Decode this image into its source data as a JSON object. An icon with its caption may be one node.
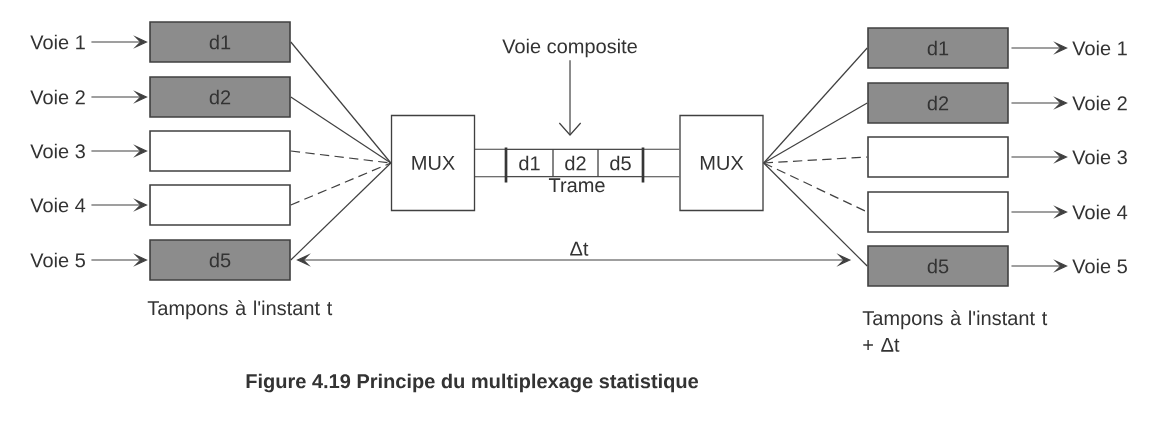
{
  "diagram": {
    "caption": "Figure 4.19 Principe du multiplexage statistique",
    "nodes": [
      {
        "text": [
          "Voie 1"
        ]
      },
      {
        "text": [
          "Voie 2"
        ]
      },
      {
        "text": [
          "Voie 3"
        ]
      },
      {
        "text": [
          "Voie 4"
        ]
      },
      {
        "text": [
          "Voie 5"
        ]
      },
      {
        "text": [
          "d1"
        ]
      },
      {
        "text": [
          "d2"
        ]
      },
      {
        "text": [],
        "shape": "box"
      },
      {
        "text": [],
        "shape": "box"
      },
      {
        "text": [
          "d5"
        ]
      },
      {
        "text": [
          "MUX"
        ]
      },
      {
        "text": [
          "Trame"
        ]
      },
      {
        "text": [
          "d1"
        ],
        "in": 11
      },
      {
        "text": [
          "d2"
        ],
        "in": 11
      },
      {
        "text": [
          "d5"
        ],
        "in": 11
      },
      {
        "text": [
          "Voie composite"
        ]
      },
      {
        "text": [
          "MUX"
        ]
      },
      {
        "text": [
          "d1"
        ]
      },
      {
        "text": [
          "d2"
        ]
      },
      {
        "text": [],
        "shape": "box"
      },
      {
        "text": [],
        "shape": "box"
      },
      {
        "text": [
          "d5"
        ]
      },
      {
        "text": [
          "Voie 1"
        ]
      },
      {
        "text": [
          "Voie 2"
        ]
      },
      {
        "text": [
          "Voie 3"
        ]
      },
      {
        "text": [
          "Voie 4"
        ]
      },
      {
        "text": [
          "Voie 5"
        ]
      }
    ],
    "edges": [
      {
        "from": 0,
        "to": 5,
        "arrow": "to"
      },
      {
        "from": 1,
        "to": 6,
        "arrow": "to"
      },
      {
        "from": 2,
        "to": 7,
        "arrow": "to"
      },
      {
        "from": 3,
        "to": 8,
        "arrow": "to"
      },
      {
        "from": 4,
        "to": 9,
        "arrow": "to"
      },
      {
        "from": 5,
        "to": 10,
        "arrow": "none"
      },
      {
        "from": 6,
        "to": 10,
        "arrow": "none"
      },
      {
        "from": 7,
        "to": 10,
        "arrow": "none",
        "style": "dashed"
      },
      {
        "from": 8,
        "to": 10,
        "arrow": "none",
        "style": "dashed"
      },
      {
        "from": 9,
        "to": 10,
        "arrow": "none"
      },
      {
        "from": 15,
        "to": 11,
        "arrow": "to"
      },
      {
        "from": 16,
        "to": 17,
        "arrow": "none"
      },
      {
        "from": 16,
        "to": 18,
        "arrow": "none"
      },
      {
        "from": 16,
        "to": 19,
        "arrow": "none",
        "style": "dashed"
      },
      {
        "from": 16,
        "to": 20,
        "arrow": "none",
        "style": "dashed"
      },
      {
        "from": 16,
        "to": 21,
        "arrow": "none"
      },
      {
        "from": 17,
        "to": 22,
        "arrow": "to"
      },
      {
        "from": 18,
        "to": 23,
        "arrow": "to"
      },
      {
        "from": 19,
        "to": 24,
        "arrow": "to"
      },
      {
        "from": 20,
        "to": 25,
        "arrow": "to"
      },
      {
        "from": 21,
        "to": 26,
        "arrow": "to"
      },
      {
        "from": 9,
        "to": 21,
        "arrow": "both",
        "label": "Δt"
      }
    ],
    "labels": [
      "Tampons à l'instant t",
      "Tampons à l'instant t + Δt"
    ]
  }
}
